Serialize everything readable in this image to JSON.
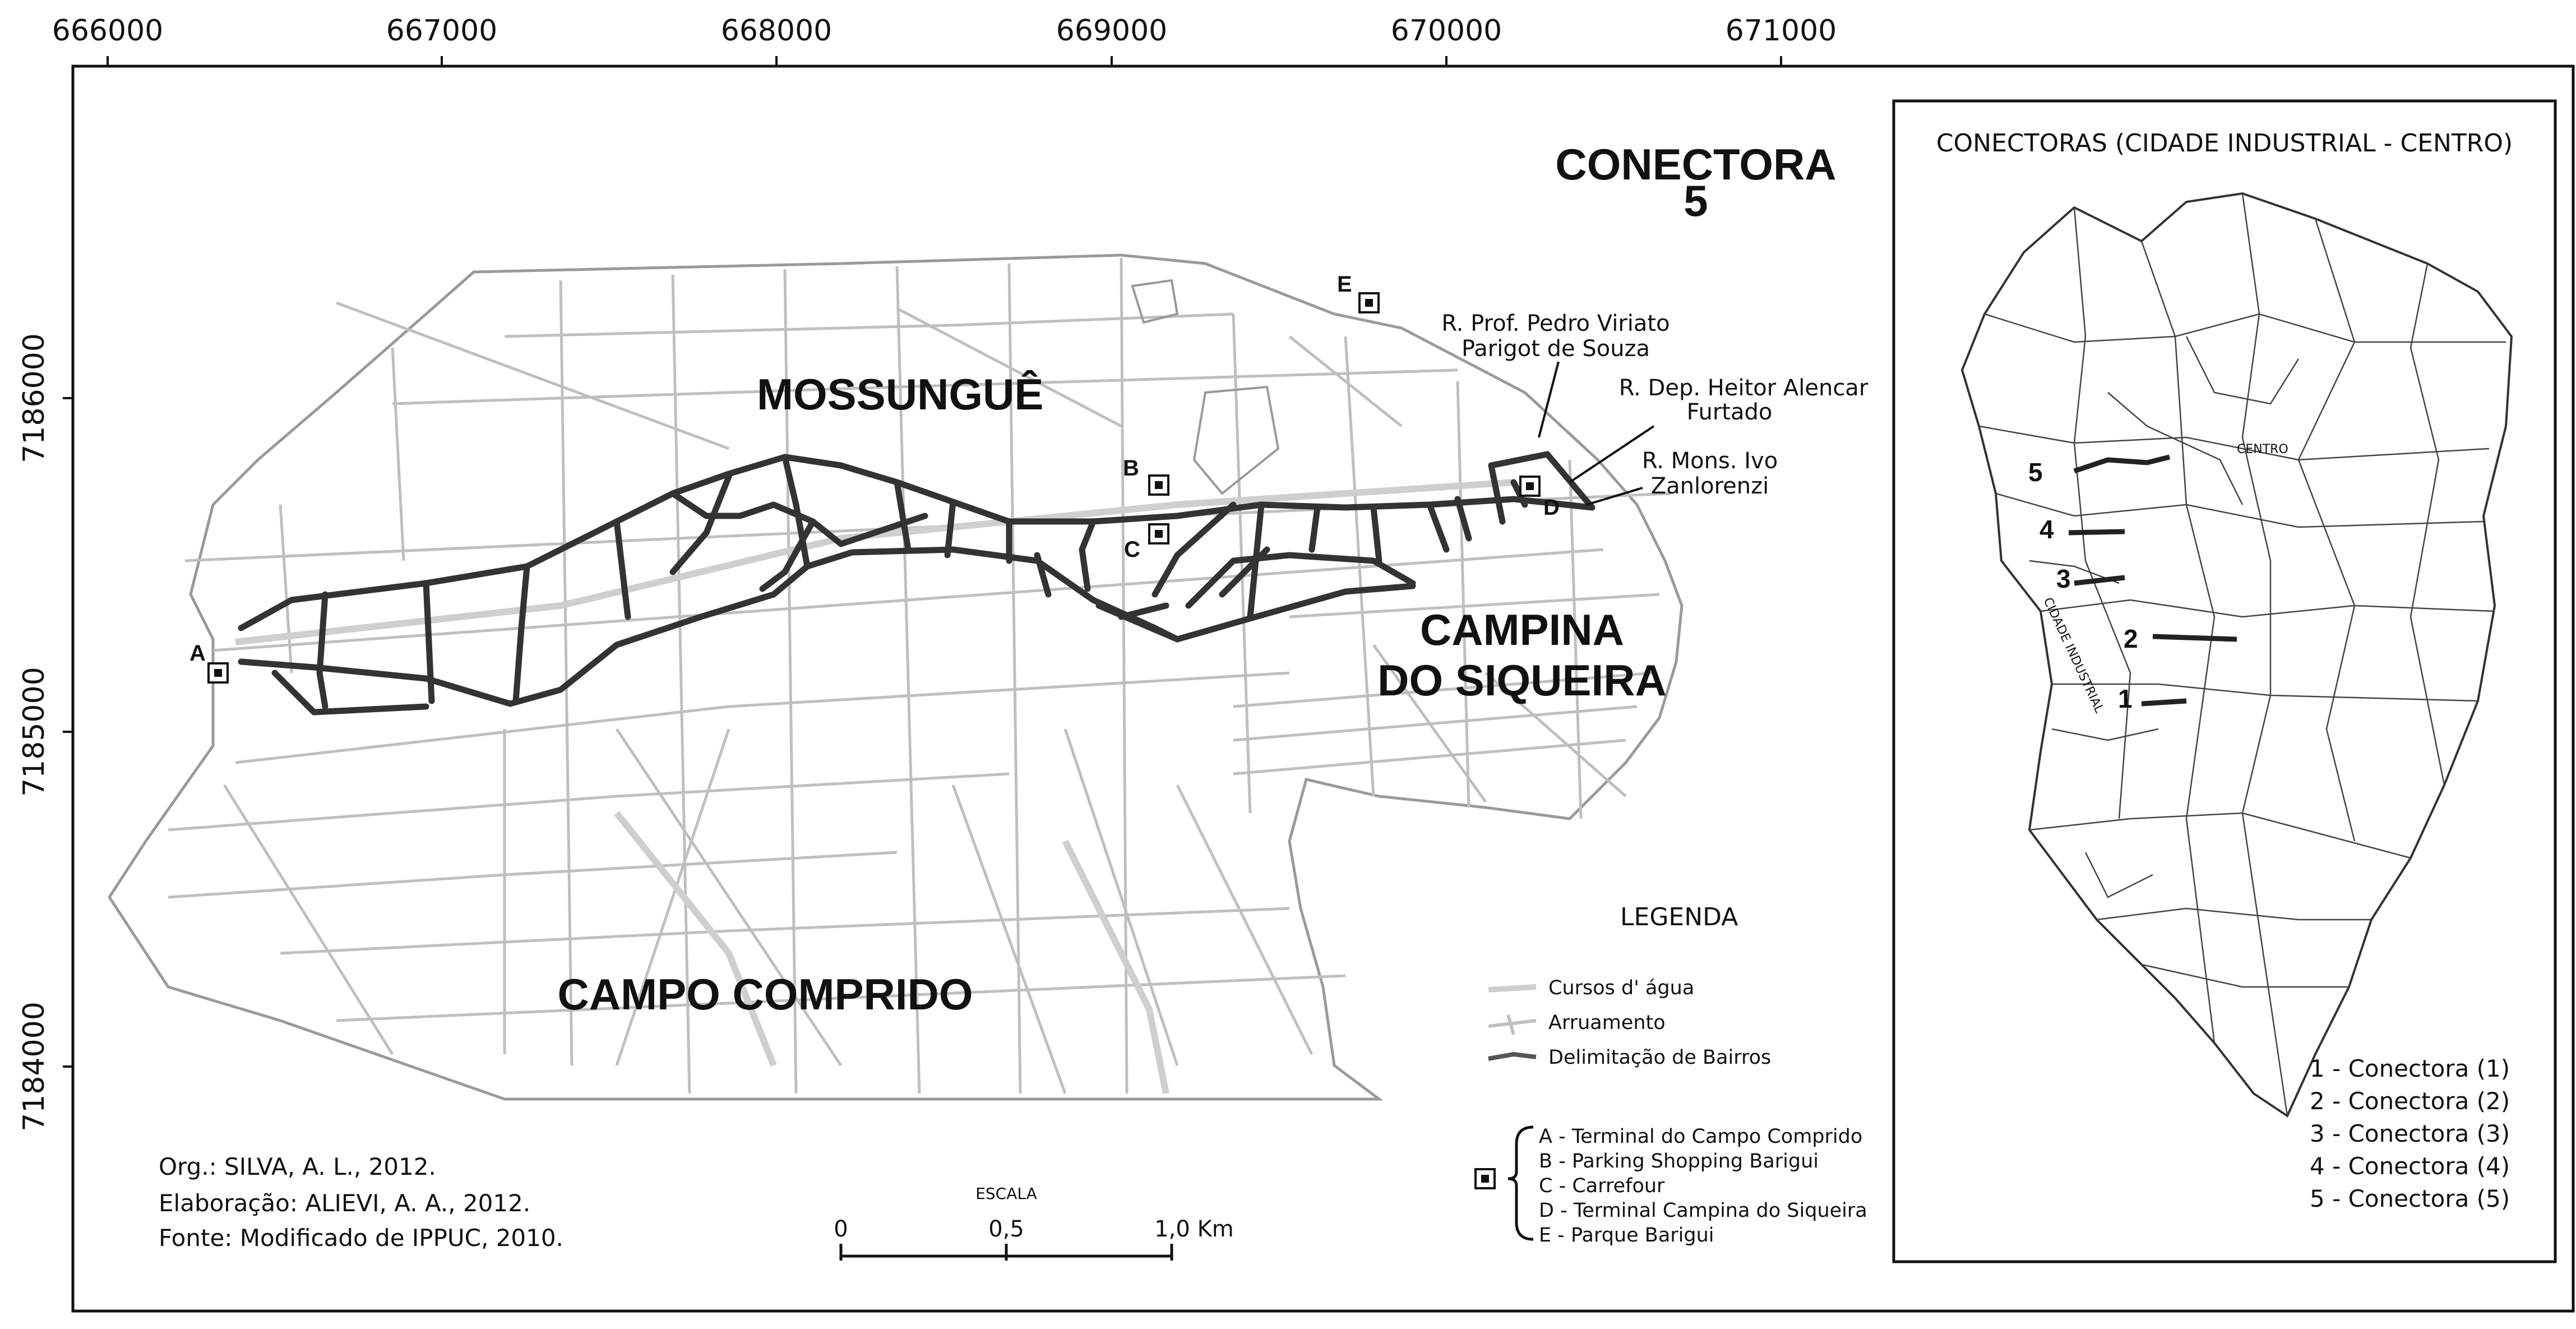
{
  "grid": {
    "x_ticks": [
      "666000",
      "667000",
      "668000",
      "669000",
      "670000",
      "671000"
    ],
    "y_ticks": [
      "7186000",
      "7185000",
      "7184000"
    ]
  },
  "neighborhoods": {
    "mossungue": "MOSSUNGUÊ",
    "campina_line1": "CAMPINA",
    "campina_line2": "DO SIQUEIRA",
    "campo_comprido": "CAMPO COMPRIDO",
    "conectora_line1": "CONECTORA",
    "conectora_line2": "5"
  },
  "streets": {
    "viriato_line1": "R. Prof. Pedro Viriato",
    "viriato_line2": "Parigot de Souza",
    "heitor_line1": "R. Dep. Heitor Alencar",
    "heitor_line2": "Furtado",
    "ivo_line1": "R. Mons. Ivo",
    "ivo_line2": "Zanlorenzi"
  },
  "poi_markers": [
    "A",
    "B",
    "C",
    "D",
    "E"
  ],
  "legend": {
    "title": "LEGENDA",
    "items": [
      "Cursos d' água",
      "Arruamento",
      "Delimitação de Bairros"
    ],
    "poi_list": [
      "A - Terminal do Campo Comprido",
      "B - Parking Shopping Barigui",
      "C - Carrefour",
      "D - Terminal Campina do Siqueira",
      "E - Parque Barigui"
    ]
  },
  "credits": {
    "org": "Org.: SILVA, A. L., 2012.",
    "elab": "Elaboração: ALIEVI, A. A., 2012.",
    "fonte": "Fonte: Modificado de IPPUC, 2010."
  },
  "scale": {
    "title": "ESCALA",
    "labels": [
      "0",
      "0,5",
      "1,0 Km"
    ]
  },
  "inset": {
    "title": "CONECTORAS (CIDADE INDUSTRIAL - CENTRO)",
    "centro": "CENTRO",
    "cidade_industrial": "CIDADE INDUSTRIAL",
    "numbers": [
      "5",
      "4",
      "3",
      "2",
      "1"
    ],
    "list": [
      "1 - Conectora (1)",
      "2 - Conectora (2)",
      "3 - Conectora (3)",
      "4 - Conectora (4)",
      "5 - Conectora (5)"
    ]
  },
  "colors": {
    "frame": "#111111",
    "road_heavy": "#333333",
    "street_light": "#bfbfbf",
    "water": "#cfcfcf"
  }
}
